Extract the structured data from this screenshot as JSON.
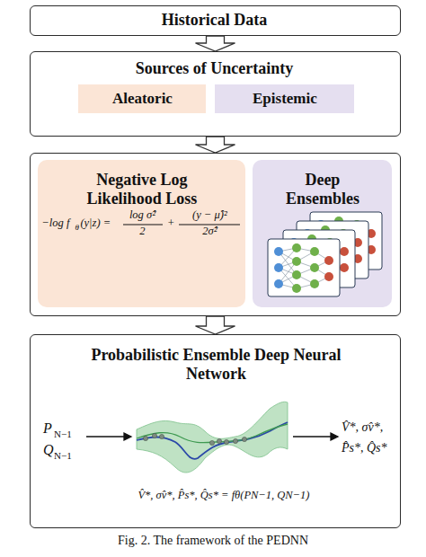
{
  "diagram": {
    "caption": "Fig. 2. The framework of the PEDNN",
    "nodes": [
      {
        "text": [
          "Historical Data"
        ]
      },
      {
        "text": [
          "Sources of Uncertainty"
        ]
      },
      {
        "text": [
          "Aleatoric"
        ],
        "in": 1
      },
      {
        "text": [
          "Epistemic"
        ],
        "in": 1
      },
      {
        "text": []
      },
      {
        "text": [
          "Negative Log Likelihood Loss",
          "−log f",
          "θ",
          "(y|z) =",
          "log σ̂²",
          "2",
          "+",
          "(y − μ̂)²",
          "2σ̂²"
        ],
        "in": 4
      },
      {
        "text": [
          "Deep Ensembles"
        ],
        "in": 4
      },
      {
        "text": [
          "Probabilistic Ensemble Deep Neural Network",
          "P",
          "N−1",
          "Q",
          "N−1",
          "V̂*, σ̂v*,",
          "P̂s*, Q̂s*",
          "V̂*, σ̂v*, P̂s*, Q̂s* = fθ(PN−1, QN−1)"
        ]
      }
    ],
    "edges": [
      {
        "from": 0,
        "to": 1,
        "arrow": "to"
      },
      {
        "from": 1,
        "to": 4,
        "arrow": "to"
      },
      {
        "from": 4,
        "to": 7,
        "arrow": "to"
      }
    ]
  }
}
